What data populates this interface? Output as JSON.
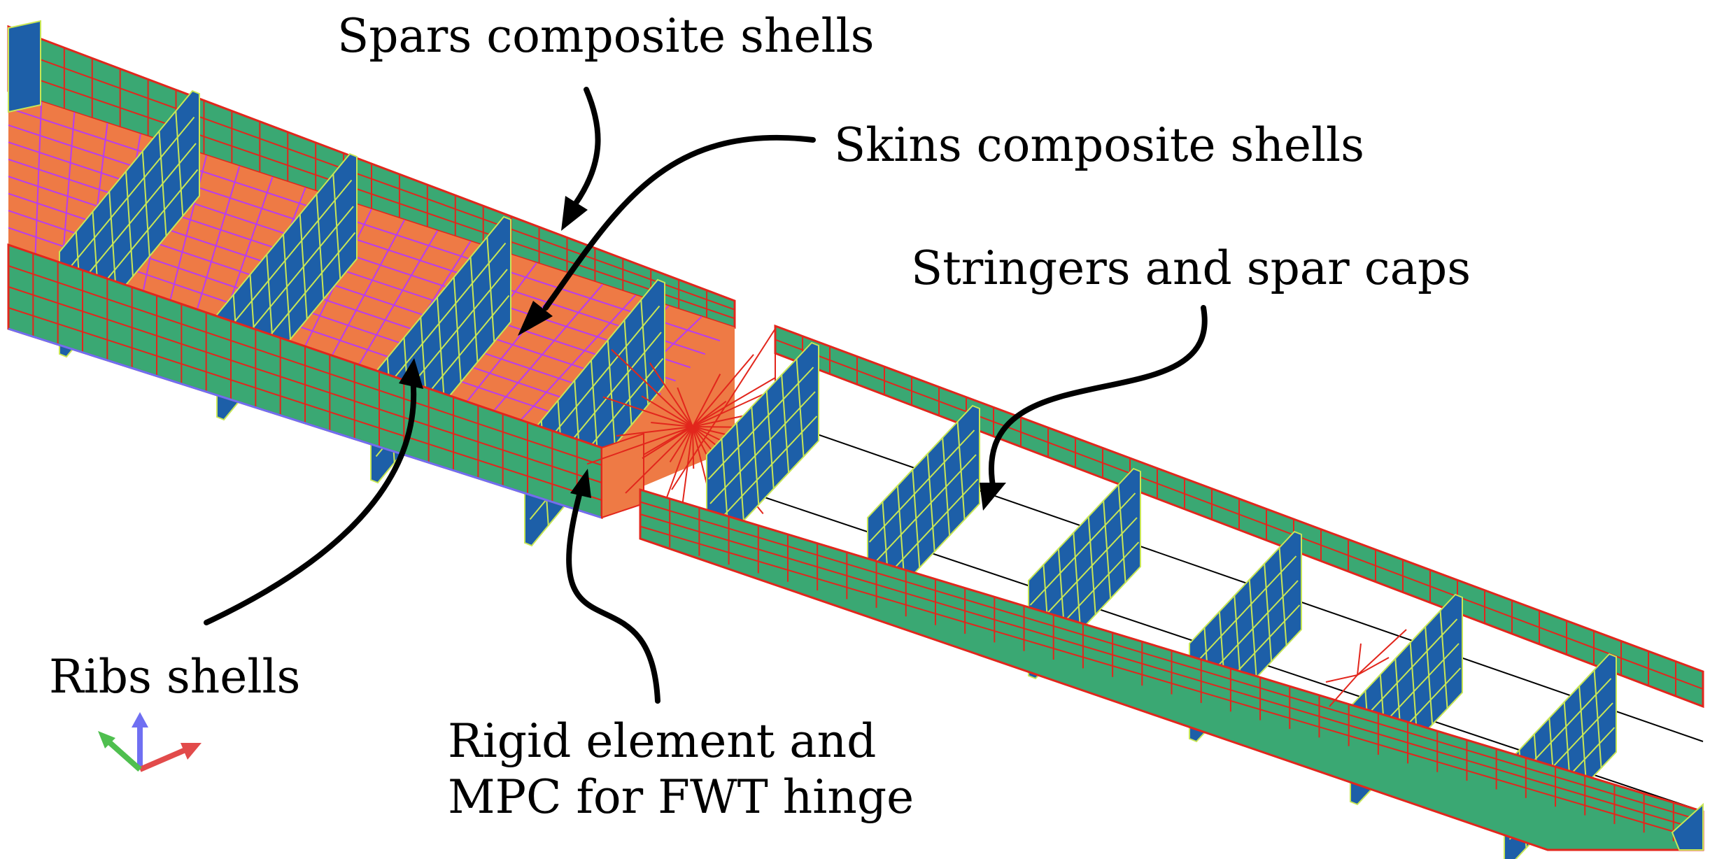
{
  "labels": {
    "spars": "Spars composite shells",
    "skins": "Skins composite shells",
    "stringers": "Stringers and spar caps",
    "ribs": "Ribs shells",
    "rigid_line1": "Rigid element and",
    "rigid_line2": "MPC for FWT hinge"
  },
  "colors": {
    "spar_shell": "#3aa873",
    "skin_shell": "#ee7a45",
    "rib_shell": "#1d5fa8",
    "mesh_red": "#e2261c",
    "mesh_magenta": "#b83cf0",
    "mesh_yellow": "#c8e655",
    "axis_x": "#e24b4b",
    "axis_y": "#4fbf4f",
    "axis_z": "#6f6ff2"
  }
}
